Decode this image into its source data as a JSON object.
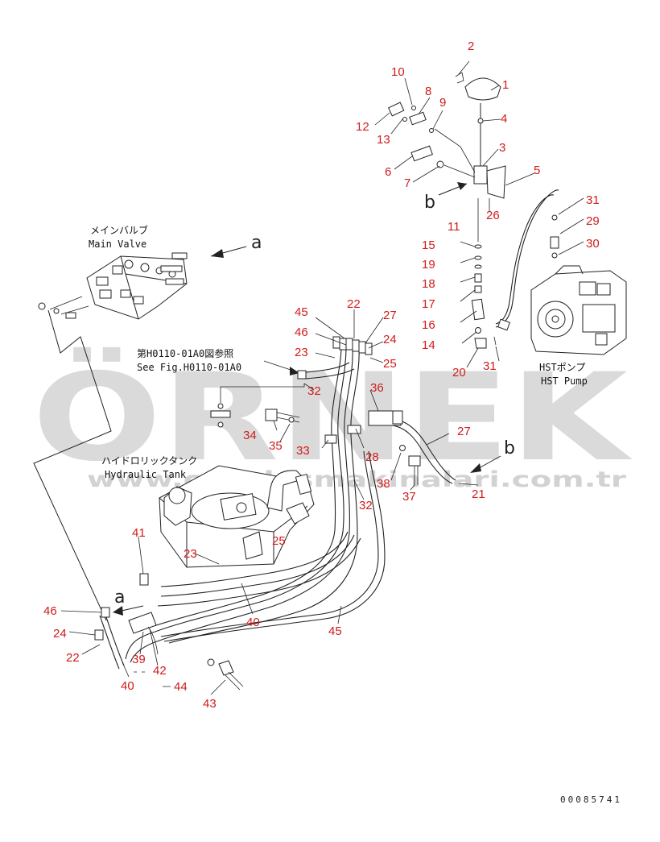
{
  "labels": {
    "main_valve_jp": "メインバルブ",
    "main_valve_en": "Main Valve",
    "hst_pump_jp": "HSTポンプ",
    "hst_pump_en": "HST Pump",
    "hyd_tank_jp": "ハイドロリックタンク",
    "hyd_tank_en": "Hydraulic Tank",
    "see_fig_jp": "第H0110-01A0図参照",
    "see_fig_en": "See Fig.H0110-01A0",
    "arrow_a": "a",
    "arrow_b": "b",
    "doc_number": "00085741"
  },
  "watermark": {
    "brand": "ÖRNEK",
    "url": "www.ornekismakinalari.com.tr"
  },
  "callouts": {
    "c1": "1",
    "c2": "2",
    "c3": "3",
    "c4": "4",
    "c5": "5",
    "c6": "6",
    "c7": "7",
    "c8": "8",
    "c9": "9",
    "c10": "10",
    "c11": "11",
    "c12": "12",
    "c13": "13",
    "c14": "14",
    "c15": "15",
    "c16": "16",
    "c17": "17",
    "c18": "18",
    "c19": "19",
    "c20": "20",
    "c21": "21",
    "c22a": "22",
    "c22b": "22",
    "c23a": "23",
    "c23b": "23",
    "c24a": "24",
    "c24b": "24",
    "c25a": "25",
    "c25b": "25",
    "c26": "26",
    "c27a": "27",
    "c27b": "27",
    "c28": "28",
    "c29": "29",
    "c30": "30",
    "c31a": "31",
    "c31b": "31",
    "c32a": "32",
    "c32b": "32",
    "c33": "33",
    "c34": "34",
    "c35": "35",
    "c36": "36",
    "c37": "37",
    "c38": "38",
    "c39": "39",
    "c40a": "40",
    "c40b": "40",
    "c41": "41",
    "c42": "42",
    "c43": "43",
    "c44": "44",
    "c45a": "45",
    "c45b": "45",
    "c46a": "46",
    "c46b": "46"
  }
}
